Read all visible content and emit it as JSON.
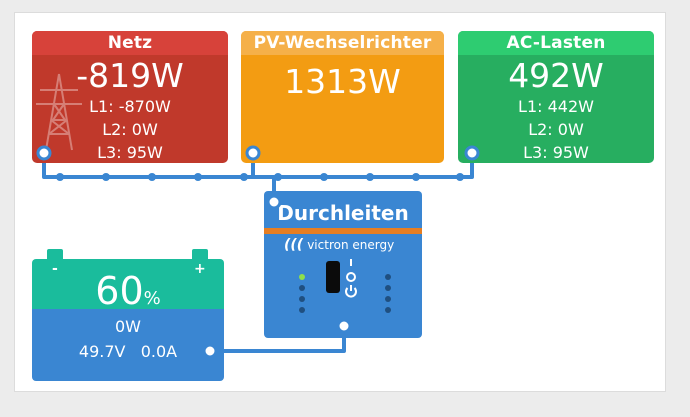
{
  "grid": {
    "title": "Netz",
    "power": "-819W",
    "l1": "L1: -870W",
    "l2": "L2: 0W",
    "l3": "L3: 95W"
  },
  "pv_inverter": {
    "title": "PV-Wechselrichter",
    "power": "1313W"
  },
  "ac_loads": {
    "title": "AC-Lasten",
    "power": "492W",
    "l1": "L1: 442W",
    "l2": "L2: 0W",
    "l3": "L3: 95W"
  },
  "battery": {
    "minus": "-",
    "plus": "+",
    "soc": "60",
    "soc_unit": "%",
    "power": "0W",
    "voltage_current": "49.7V   0.0A"
  },
  "inverter": {
    "mode": "Durchleiten",
    "brand": "victron energy",
    "brand_logo": "(((",
    "led_on_color": "#8ee04b"
  },
  "icons": [
    "power-pylon-icon",
    "power-icon",
    "toggle-switch-icon"
  ],
  "colors": {
    "grid": "#c0392b",
    "pv": "#f39c12",
    "ac": "#27ae60",
    "battery_top": "#1abc9c",
    "battery_bottom": "#3a86d2",
    "wire": "#3a86d2"
  }
}
